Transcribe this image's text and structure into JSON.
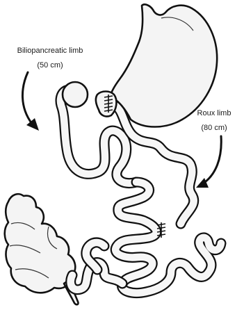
{
  "labels": {
    "biliopancreatic_limb": "Biliopancreatic limb",
    "biliopancreatic_length": "(50 cm)",
    "roux_limb": "Roux limb",
    "roux_length": "(80 cm)"
  },
  "colors": {
    "outline": "#111111",
    "fill": "#f4f4f4",
    "background": "#ffffff"
  }
}
